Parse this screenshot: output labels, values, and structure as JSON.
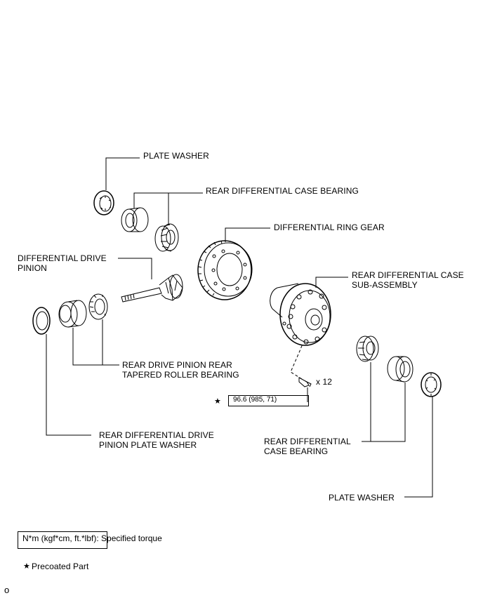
{
  "labels": {
    "plate_washer_top": "PLATE WASHER",
    "case_bearing_top": "REAR DIFFERENTIAL CASE BEARING",
    "ring_gear": "DIFFERENTIAL RING GEAR",
    "drive_pinion_line1": "DIFFERENTIAL DRIVE",
    "drive_pinion_line2": "PINION",
    "case_subassy_line1": "REAR DIFFERENTIAL CASE",
    "case_subassy_line2": "SUB-ASSEMBLY",
    "pinion_bearing_line1": "REAR DRIVE PINION REAR",
    "pinion_bearing_line2": "TAPERED ROLLER BEARING",
    "pinion_washer_line1": "REAR DIFFERENTIAL DRIVE",
    "pinion_washer_line2": "PINION PLATE WASHER",
    "case_bearing_right_line1": "REAR DIFFERENTIAL",
    "case_bearing_right_line2": "CASE BEARING",
    "plate_washer_bottom": "PLATE WASHER",
    "bolt_count": "x 12"
  },
  "torque": {
    "star": "★",
    "value": "96.6 (985, 71)"
  },
  "legend": {
    "torque_unit": "N*m (kgf*cm, ft.*lbf): Specified torque",
    "precoated_star": "★",
    "precoated_label": "Precoated Part"
  },
  "corner_code": "o"
}
